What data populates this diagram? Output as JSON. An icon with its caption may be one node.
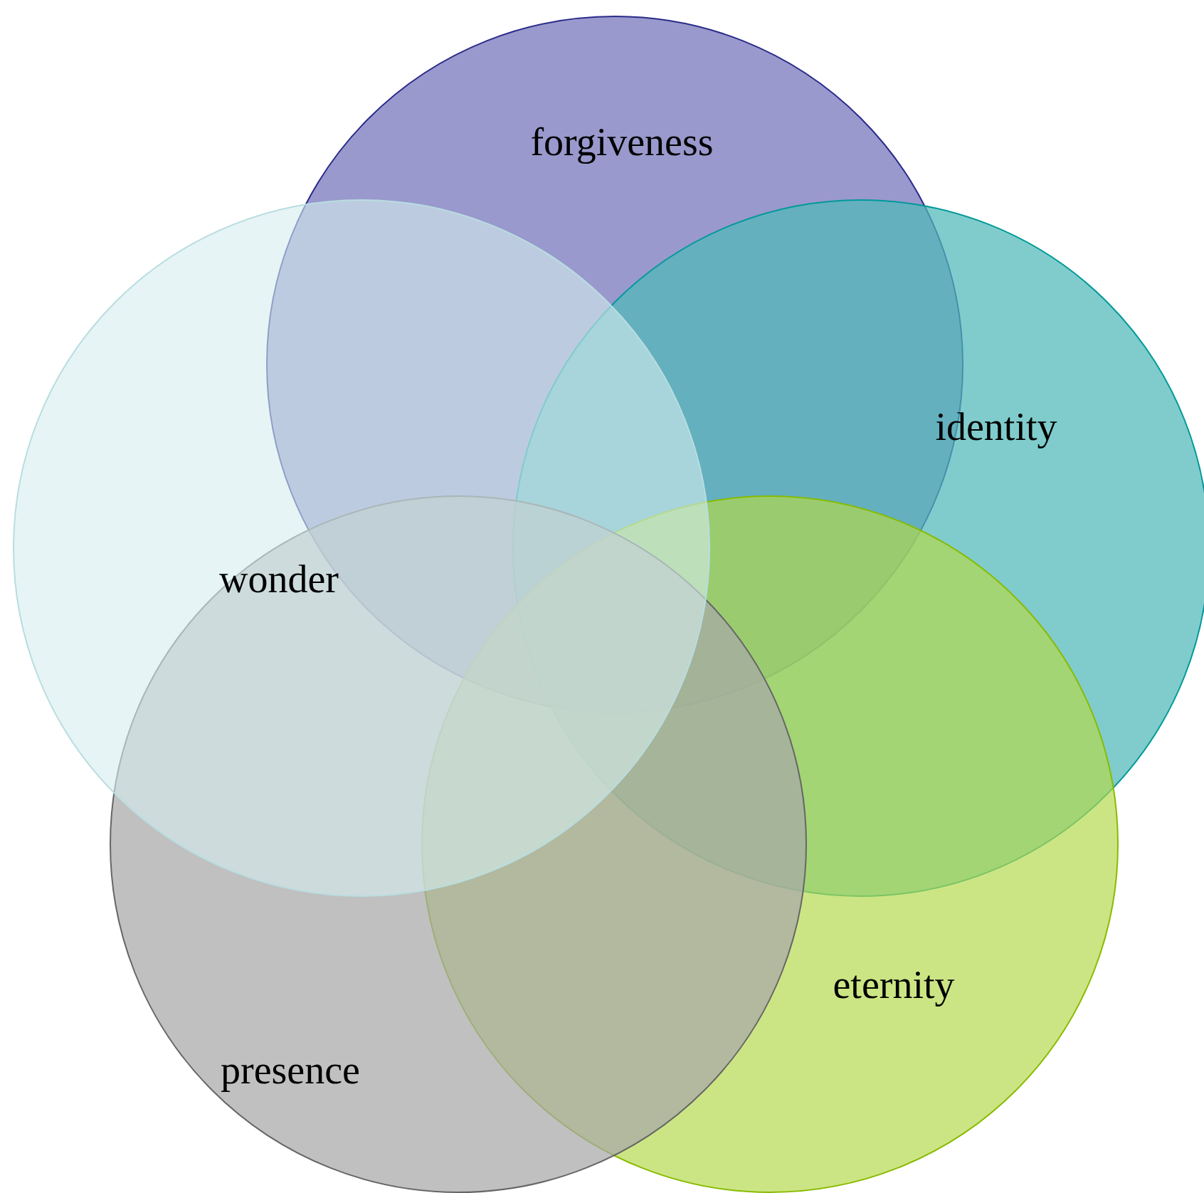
{
  "diagram": {
    "nodes": [
      {
        "text": [
          "forgiveness"
        ]
      },
      {
        "text": [
          "identity"
        ]
      },
      {
        "text": [
          "eternity"
        ]
      },
      {
        "text": [
          "presence"
        ]
      },
      {
        "text": [
          "wonder"
        ]
      }
    ]
  }
}
